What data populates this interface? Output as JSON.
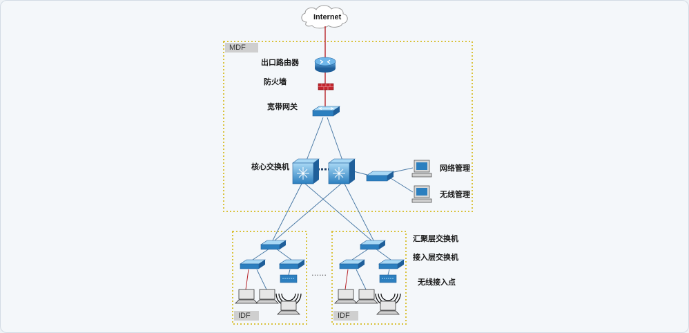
{
  "internet": "Internet",
  "zones": {
    "mdf": "MDF",
    "idf_left": "IDF",
    "idf_right": "IDF",
    "ellipsis": "……"
  },
  "devices": {
    "router": "出口路由器",
    "firewall": "防火墙",
    "gateway": "宽带网关",
    "core": "核心交换机",
    "net_mgmt": "网络管理",
    "wifi_mgmt": "无线管理",
    "aggregation": "汇聚层交换机",
    "access": "接入层交换机",
    "ap": "无线接入点"
  },
  "colors": {
    "zone_border": "#d9c23a",
    "device_blue": "#2f86c8",
    "device_light": "#9fd0f0",
    "firewall_red": "#c4262e",
    "uplink_red": "#b8252b",
    "link_blue": "#4a7aa6"
  }
}
